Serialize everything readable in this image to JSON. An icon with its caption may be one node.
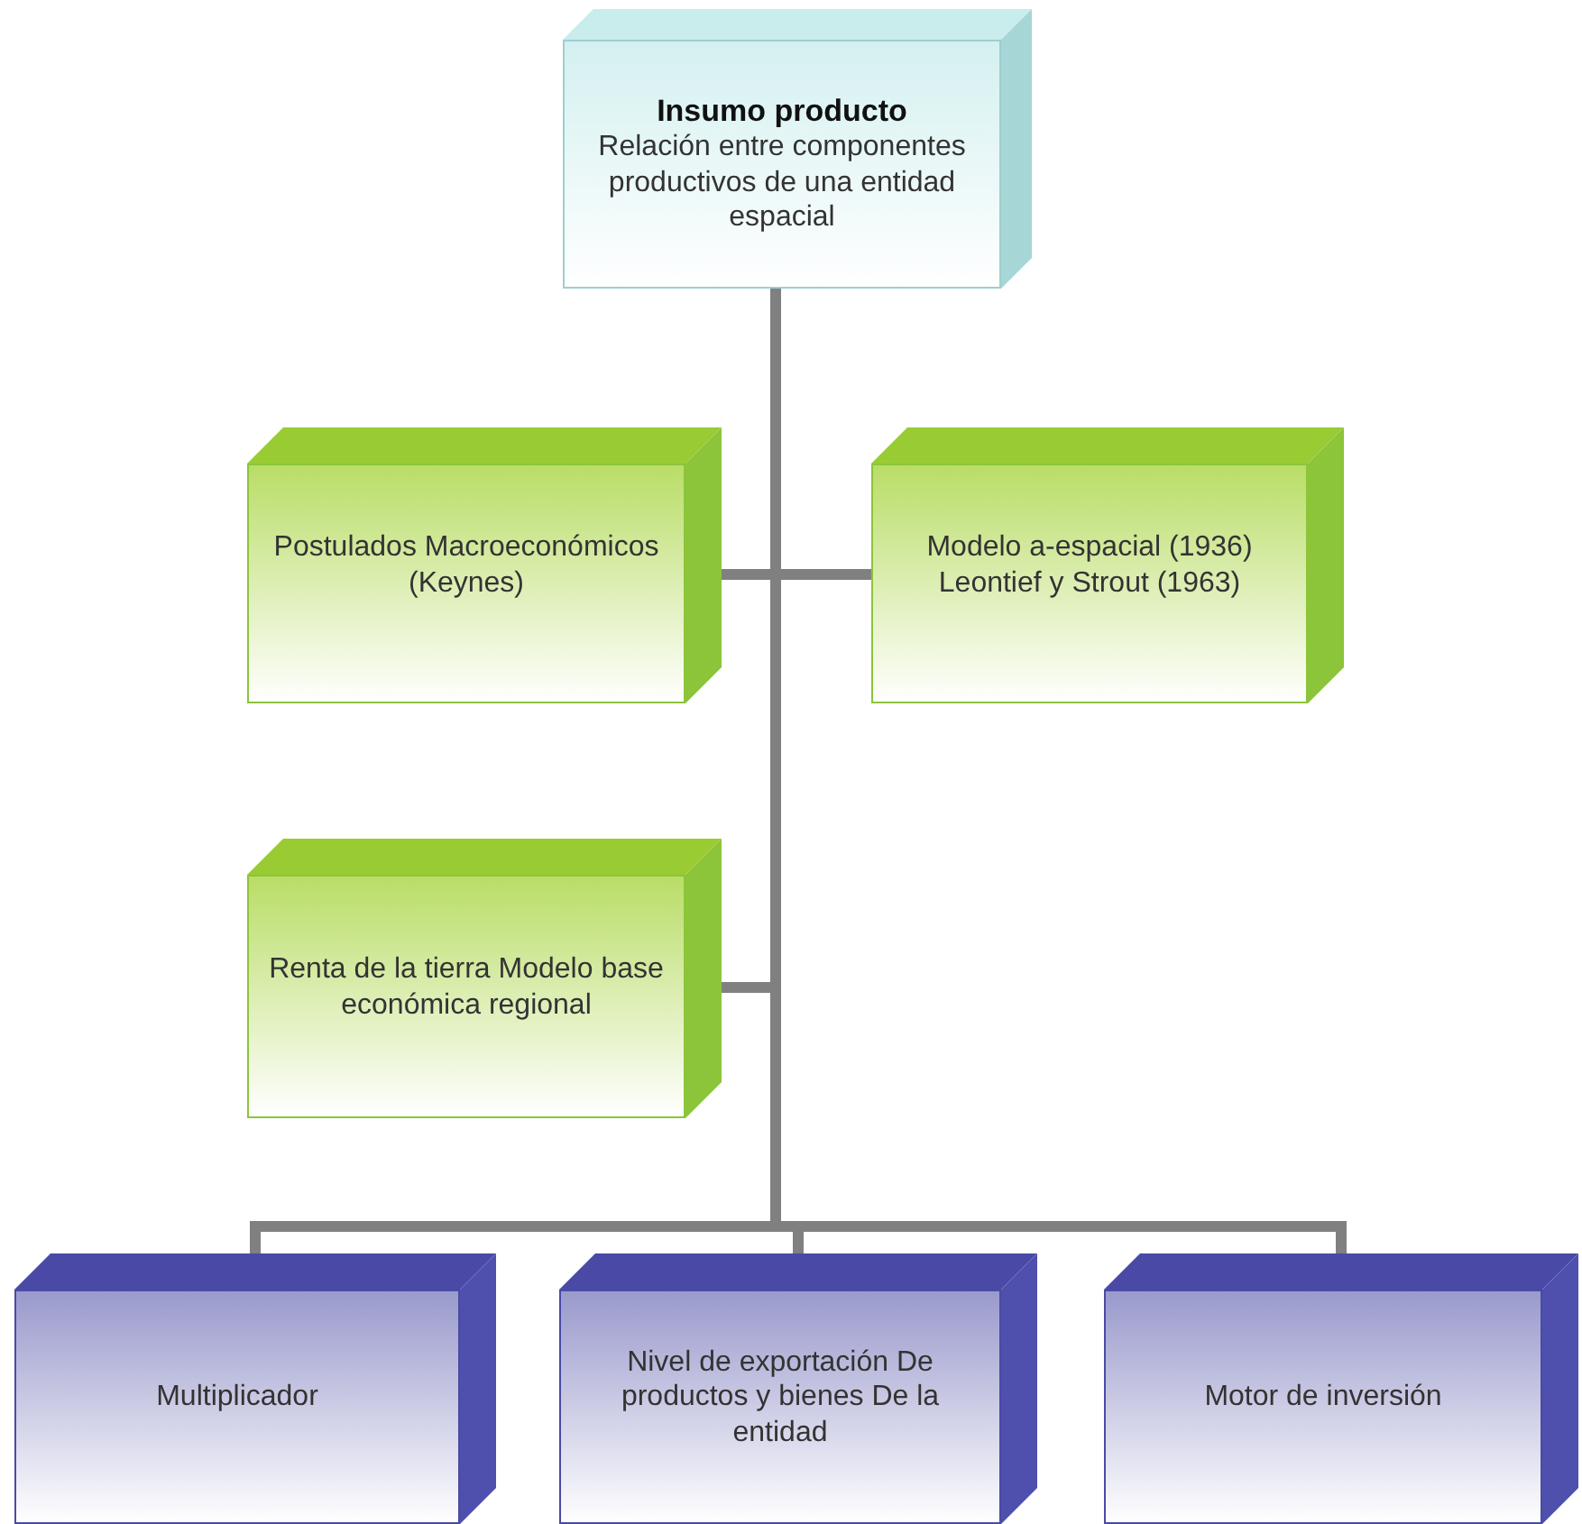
{
  "diagram": {
    "nodes": [
      {
        "text": [
          "Insumo producto",
          "Relación entre componentes productivos de una entidad espacial"
        ]
      },
      {
        "text": [
          "Postulados Macroeconómicos (Keynes)"
        ]
      },
      {
        "text": [
          "Modelo a-espacial (1936) Leontief y Strout (1963)"
        ]
      },
      {
        "text": [
          "Renta de la tierra Modelo base económica regional"
        ]
      },
      {
        "text": [
          "Multiplicador"
        ]
      },
      {
        "text": [
          "Nivel de exportación De productos y bienes De la entidad"
        ]
      },
      {
        "text": [
          "Motor de inversión"
        ]
      }
    ],
    "edges": [
      {
        "from": 0,
        "to": 1,
        "arrow": "none"
      },
      {
        "from": 0,
        "to": 2,
        "arrow": "none"
      },
      {
        "from": 0,
        "to": 3,
        "arrow": "none"
      },
      {
        "from": 0,
        "to": 4,
        "arrow": "none"
      },
      {
        "from": 0,
        "to": 5,
        "arrow": "none"
      },
      {
        "from": 0,
        "to": 6,
        "arrow": "none"
      }
    ]
  }
}
